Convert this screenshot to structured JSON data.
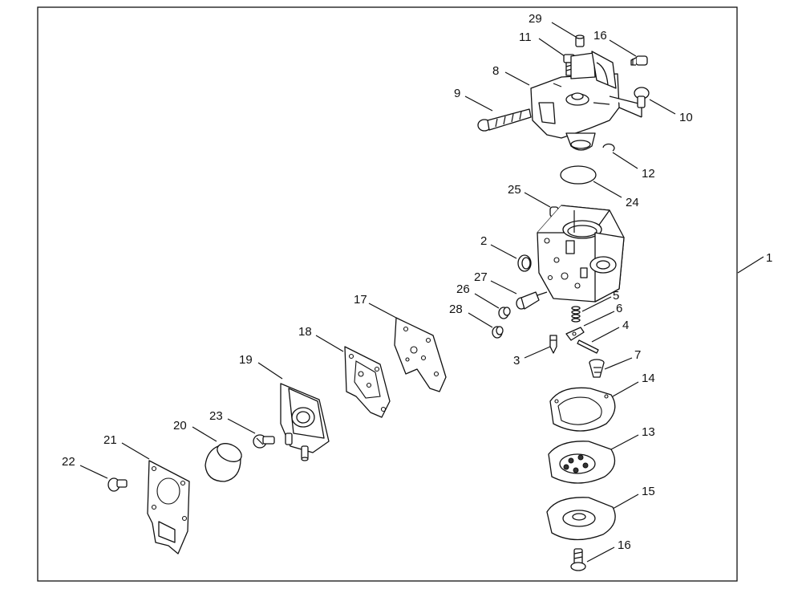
{
  "callouts": [
    {
      "id": "c29",
      "text": "29"
    },
    {
      "id": "c11",
      "text": "11"
    },
    {
      "id": "c16a",
      "text": "16"
    },
    {
      "id": "c8",
      "text": "8"
    },
    {
      "id": "c9",
      "text": "9"
    },
    {
      "id": "c10",
      "text": "10"
    },
    {
      "id": "c12",
      "text": "12"
    },
    {
      "id": "c24",
      "text": "24"
    },
    {
      "id": "c25",
      "text": "25"
    },
    {
      "id": "c2",
      "text": "2"
    },
    {
      "id": "c1",
      "text": "1"
    },
    {
      "id": "c27",
      "text": "27"
    },
    {
      "id": "c26",
      "text": "26"
    },
    {
      "id": "c5",
      "text": "5"
    },
    {
      "id": "c17",
      "text": "17"
    },
    {
      "id": "c6",
      "text": "6"
    },
    {
      "id": "c28",
      "text": "28"
    },
    {
      "id": "c4",
      "text": "4"
    },
    {
      "id": "c18",
      "text": "18"
    },
    {
      "id": "c3",
      "text": "3"
    },
    {
      "id": "c7",
      "text": "7"
    },
    {
      "id": "c19",
      "text": "19"
    },
    {
      "id": "c14",
      "text": "14"
    },
    {
      "id": "c20",
      "text": "20"
    },
    {
      "id": "c23",
      "text": "23"
    },
    {
      "id": "c13",
      "text": "13"
    },
    {
      "id": "c21",
      "text": "21"
    },
    {
      "id": "c22",
      "text": "22"
    },
    {
      "id": "c15",
      "text": "15"
    },
    {
      "id": "c16b",
      "text": "16"
    }
  ]
}
